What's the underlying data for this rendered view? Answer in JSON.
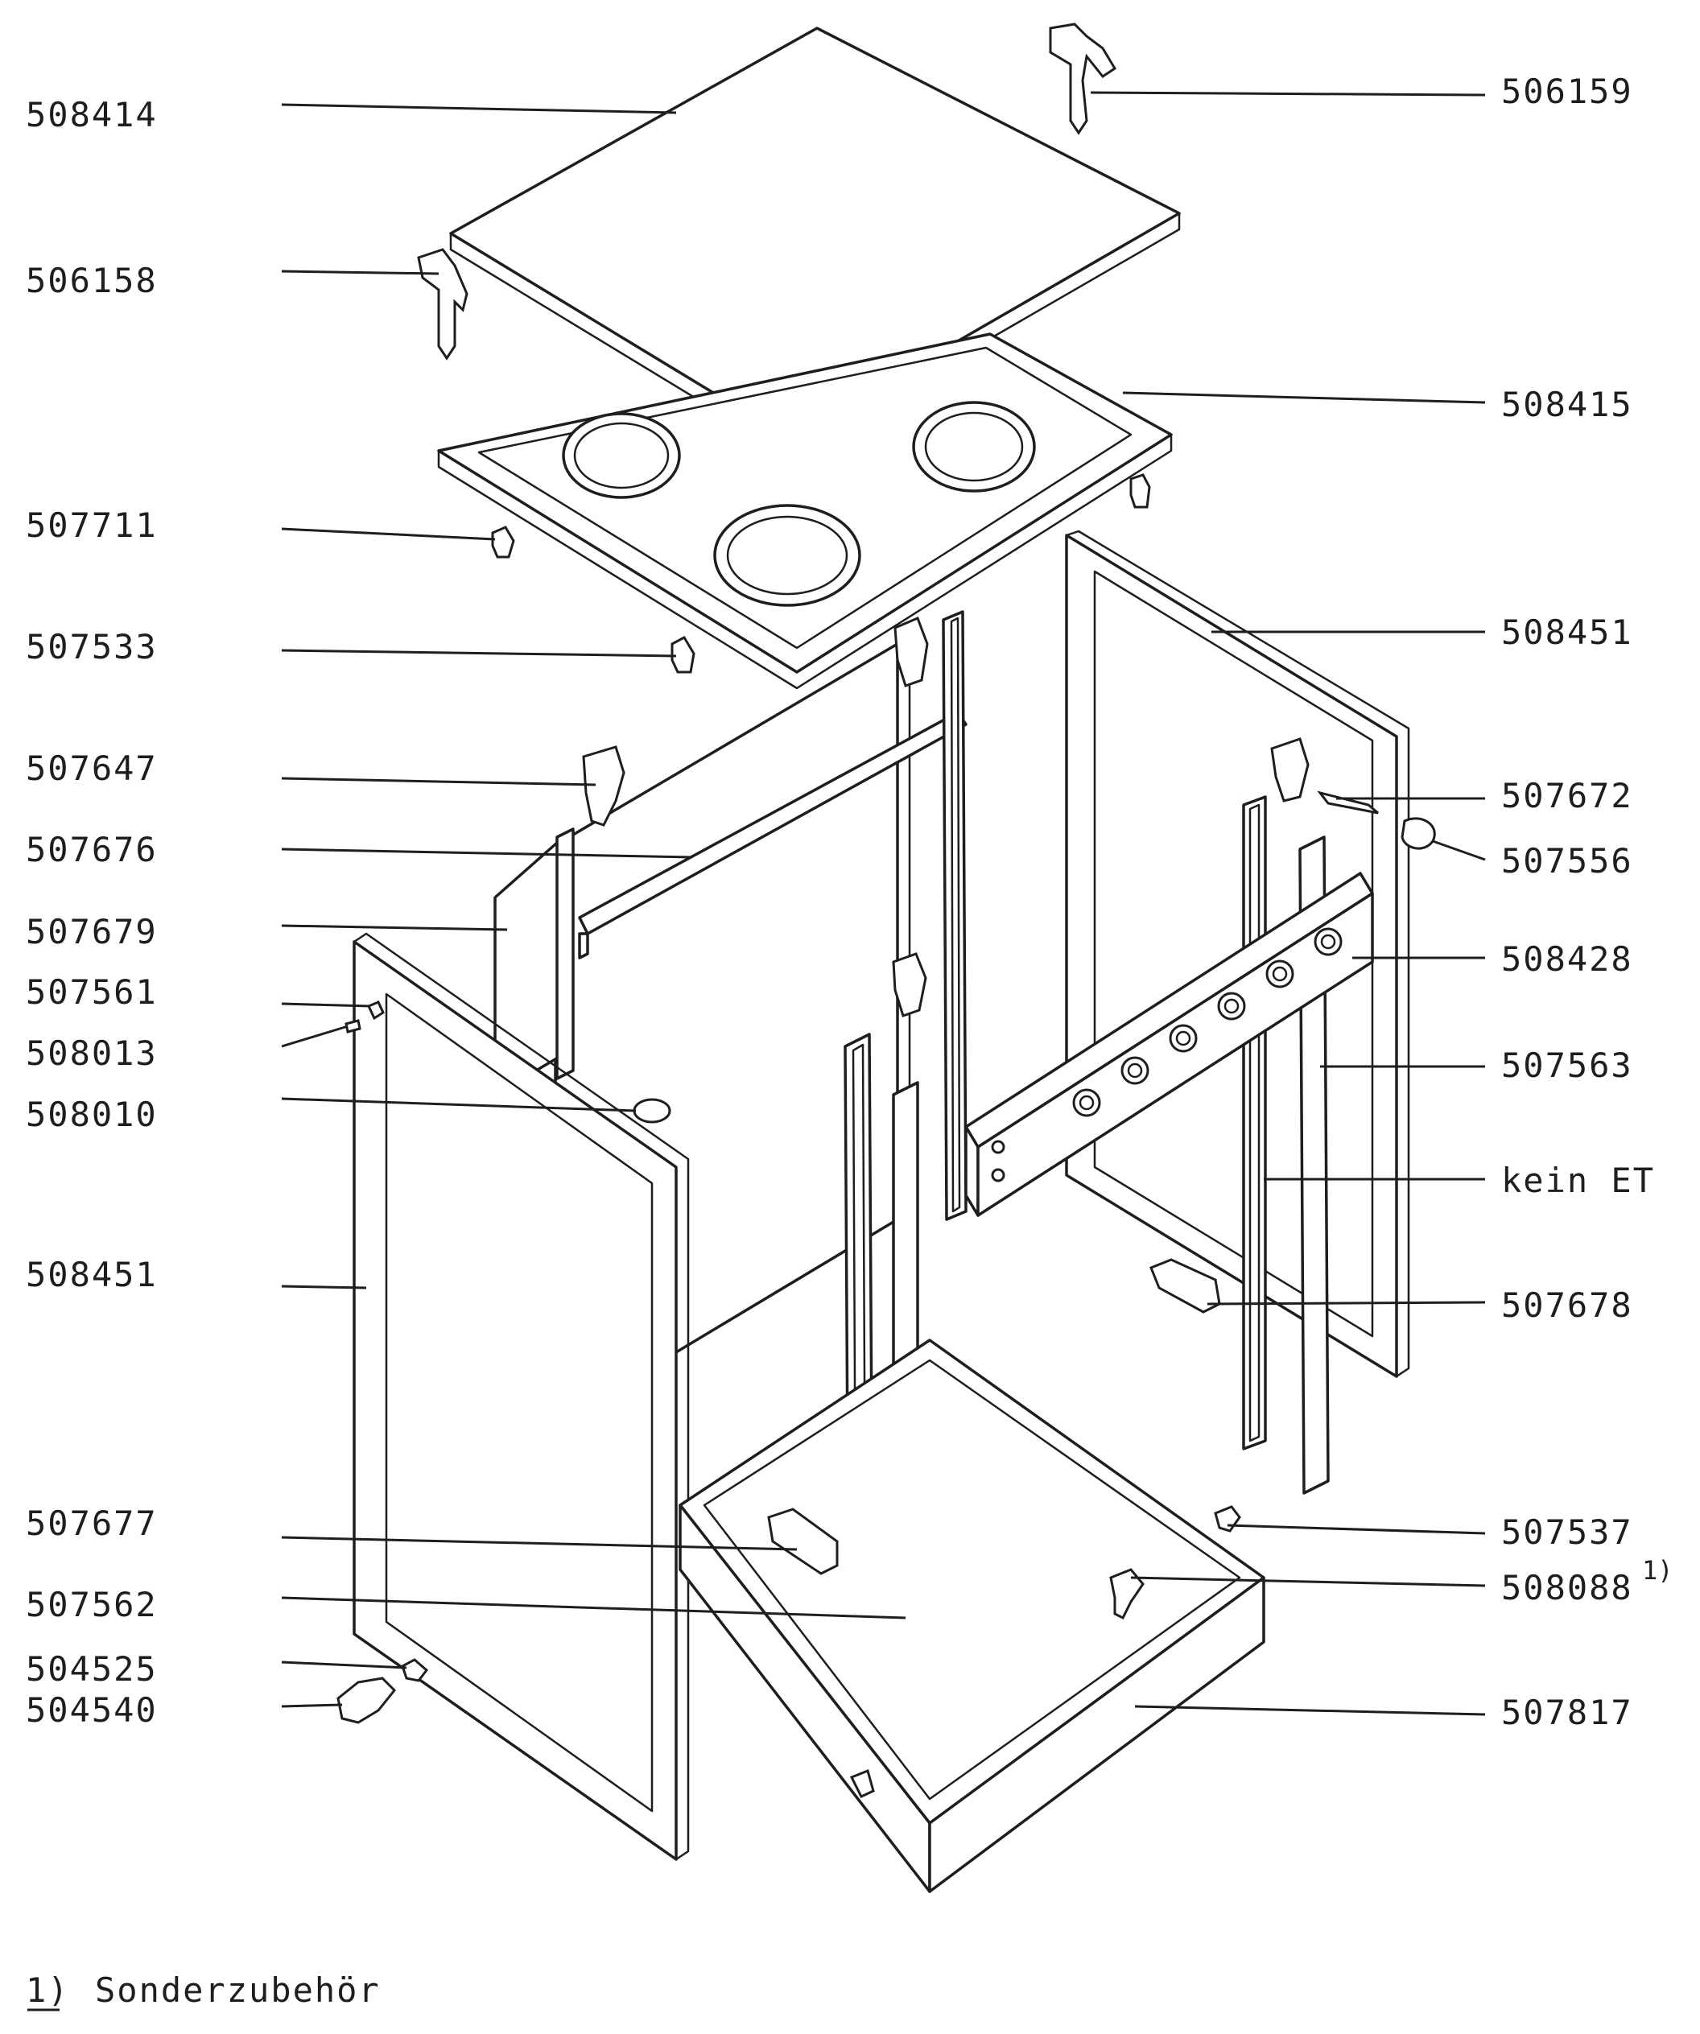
{
  "callouts": [
    {
      "id": "lbl-1",
      "text": "508414"
    },
    {
      "id": "lbl-2",
      "text": "506158"
    },
    {
      "id": "lbl-3",
      "text": "507711"
    },
    {
      "id": "lbl-4",
      "text": "507533"
    },
    {
      "id": "lbl-5",
      "text": "507647"
    },
    {
      "id": "lbl-6",
      "text": "507676"
    },
    {
      "id": "lbl-7",
      "text": "507679"
    },
    {
      "id": "lbl-8",
      "text": "507561"
    },
    {
      "id": "lbl-9",
      "text": "508013"
    },
    {
      "id": "lbl-10",
      "text": "508010"
    },
    {
      "id": "lbl-11",
      "text": "508451"
    },
    {
      "id": "lbl-12",
      "text": "507677"
    },
    {
      "id": "lbl-13",
      "text": "507562"
    },
    {
      "id": "lbl-14",
      "text": "504525"
    },
    {
      "id": "lbl-15",
      "text": "504540"
    },
    {
      "id": "lbl-16",
      "text": "506159"
    },
    {
      "id": "lbl-17",
      "text": "508415"
    },
    {
      "id": "lbl-18",
      "text": "508451"
    },
    {
      "id": "lbl-19",
      "text": "507672"
    },
    {
      "id": "lbl-20",
      "text": "507556"
    },
    {
      "id": "lbl-21",
      "text": "508428"
    },
    {
      "id": "lbl-22",
      "text": "507563"
    },
    {
      "id": "lbl-23",
      "text": "kein ET"
    },
    {
      "id": "lbl-24",
      "text": "507678"
    },
    {
      "id": "lbl-25",
      "text": "507537"
    },
    {
      "id": "lbl-26",
      "text": "508088"
    },
    {
      "id": "lbl-27",
      "text": "507817"
    }
  ],
  "footnote_marker": "1)",
  "footnote": {
    "marker": "1)",
    "text": "Sonderzubehör"
  }
}
